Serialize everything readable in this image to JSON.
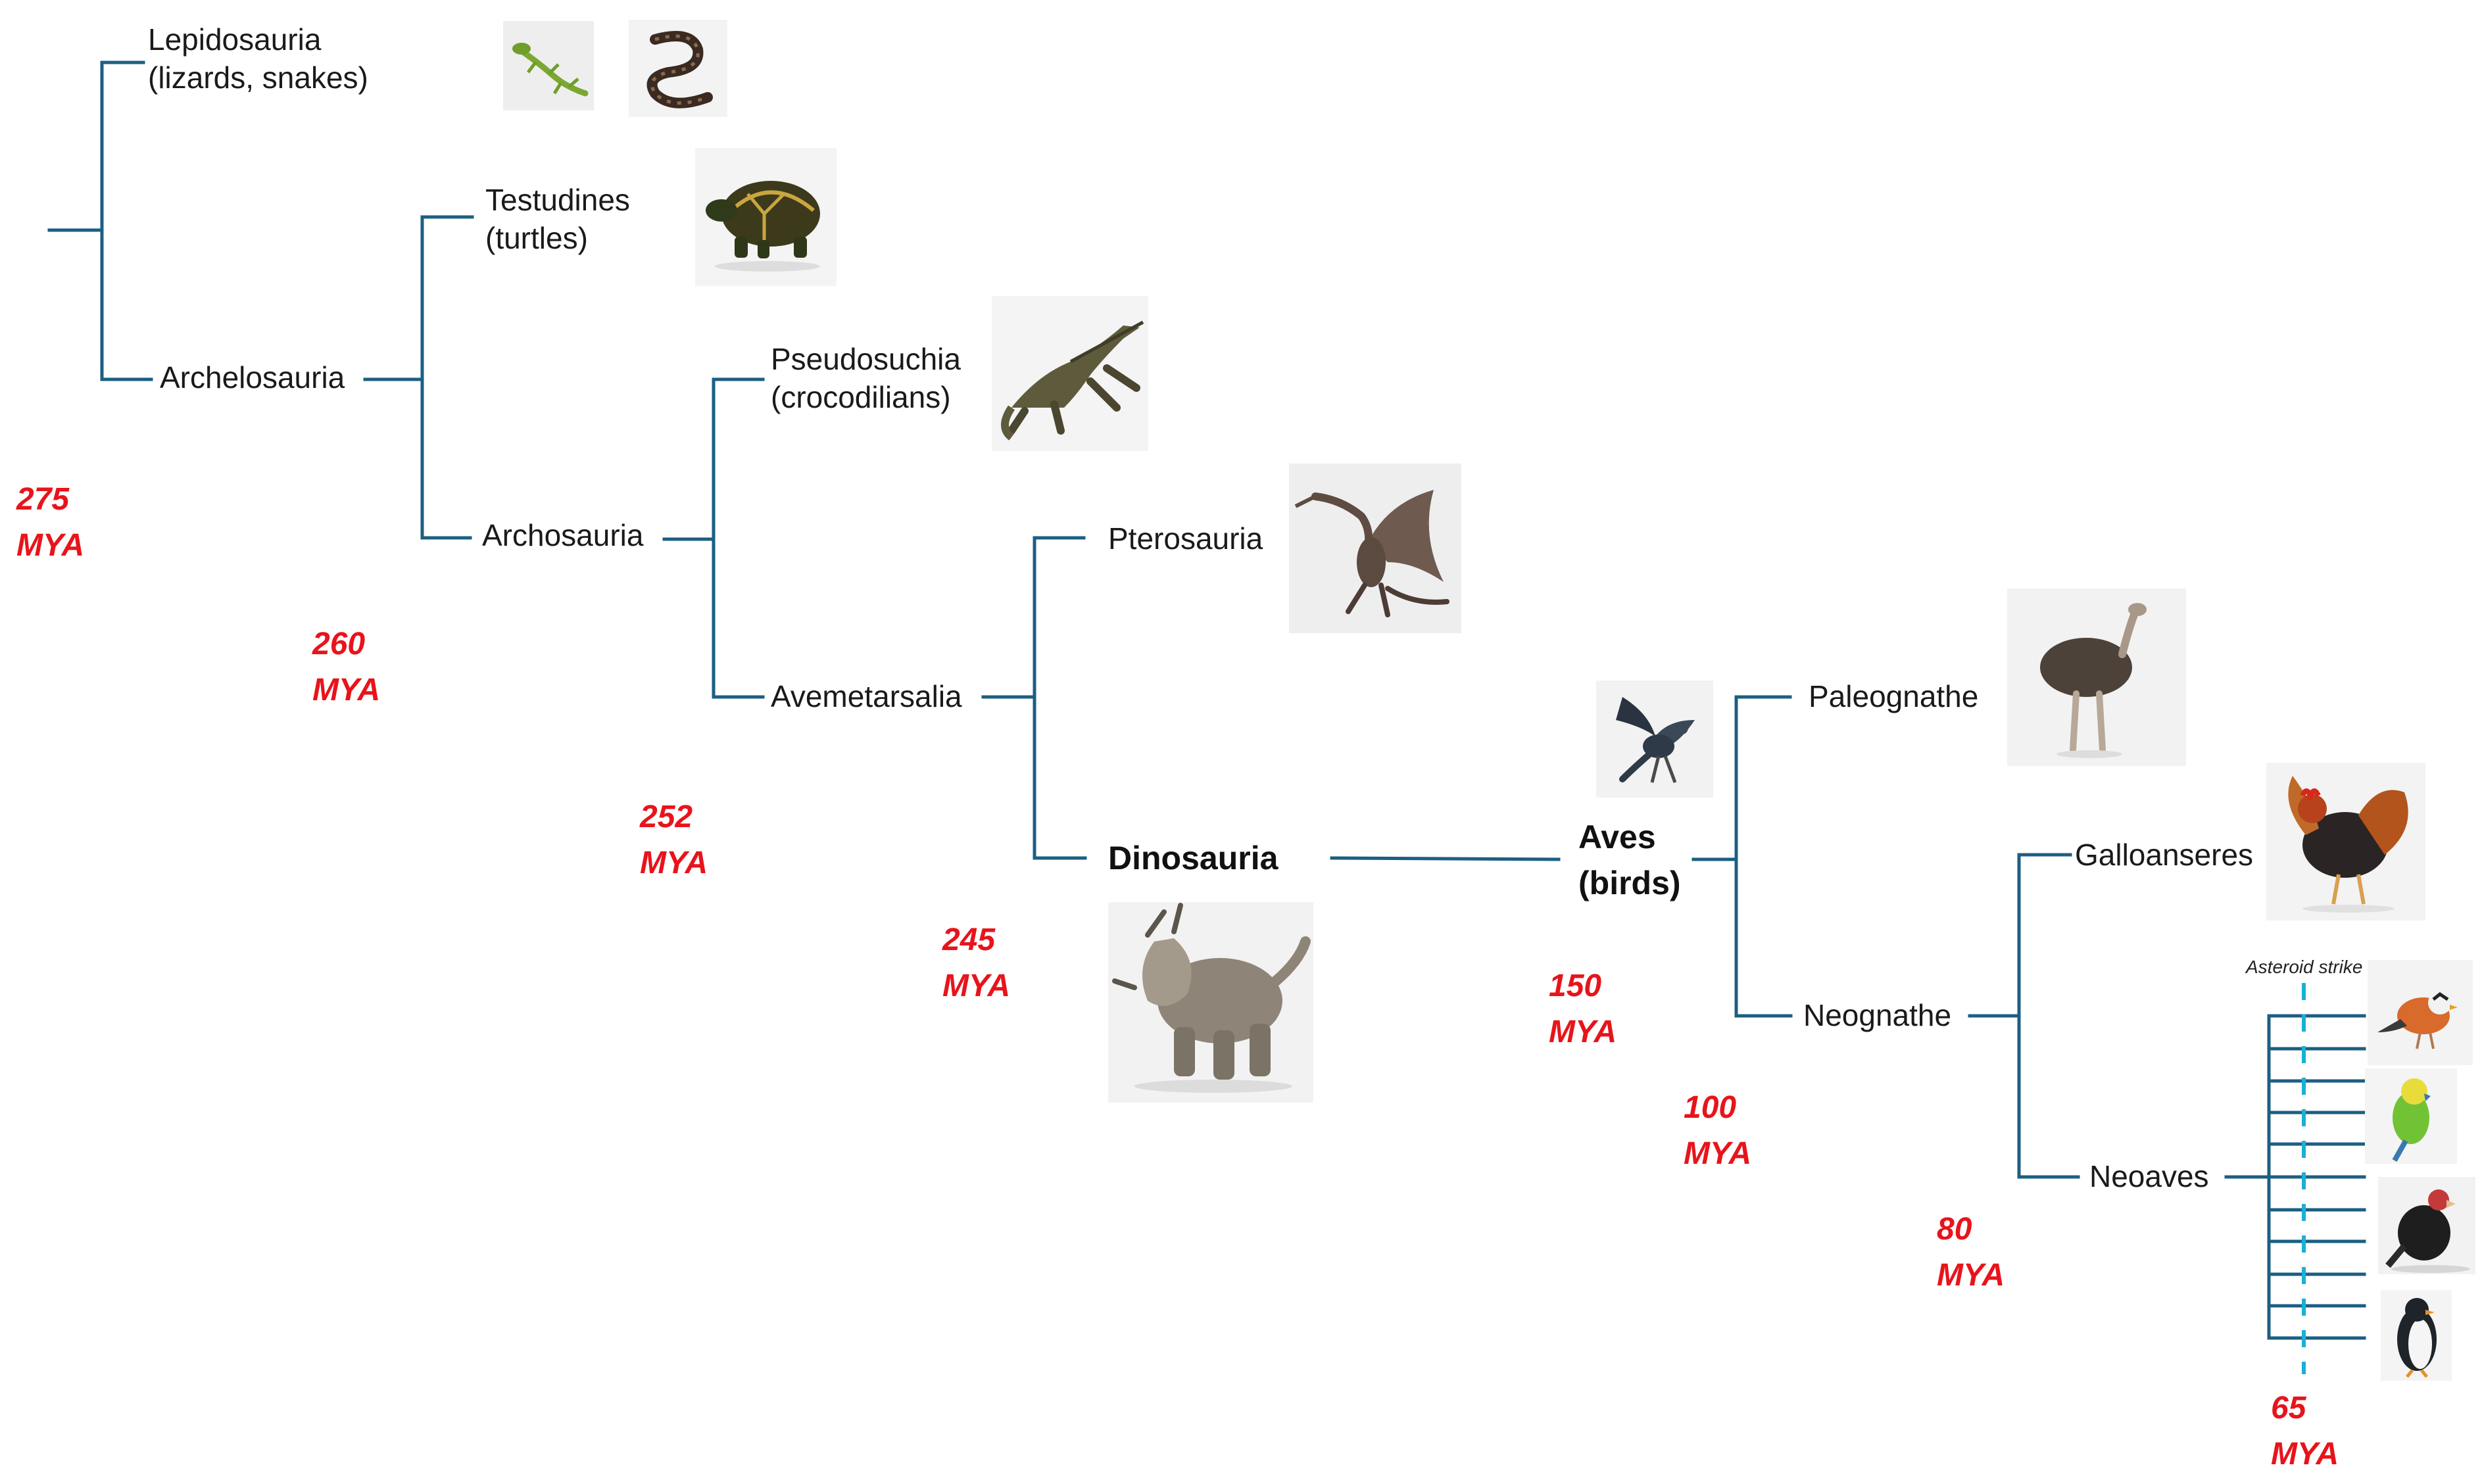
{
  "colors": {
    "branch": "#1c5f82",
    "mya": "#e8141b",
    "asteroid": "#1ab0d6",
    "text": "#1a1a1a"
  },
  "taxa": {
    "lepidosauria": [
      "Lepidosauria",
      "(lizards, snakes)"
    ],
    "testudines": [
      "Testudines",
      "(turtles)"
    ],
    "archelosauria": "Archelosauria",
    "pseudosuchia": [
      "Pseudosuchia",
      "(crocodilians)"
    ],
    "archosauria": "Archosauria",
    "pterosauria": "Pterosauria",
    "avemetarsalia": "Avemetarsalia",
    "dinosauria": "Dinosauria",
    "aves": [
      "Aves",
      "(birds)"
    ],
    "paleognathe": "Paleognathe",
    "galloanseres": "Galloanseres",
    "neognathe": "Neognathe",
    "neoaves": "Neoaves"
  },
  "divergence_times": [
    [
      "275",
      "MYA"
    ],
    [
      "260",
      "MYA"
    ],
    [
      "252",
      "MYA"
    ],
    [
      "245",
      "MYA"
    ],
    [
      "150",
      "MYA"
    ],
    [
      "100",
      "MYA"
    ],
    [
      "80",
      "MYA"
    ],
    [
      "65",
      "MYA"
    ]
  ],
  "asteroid_label": "Asteroid strike",
  "animal_images": [
    "lizard-image",
    "snake-image",
    "turtle-image",
    "crocodile-image",
    "pterosaur-image",
    "triceratops-image",
    "archaeopteryx-image",
    "ostrich-image",
    "rooster-image",
    "finch-image",
    "parakeet-image",
    "vulture-image",
    "penguin-image"
  ]
}
